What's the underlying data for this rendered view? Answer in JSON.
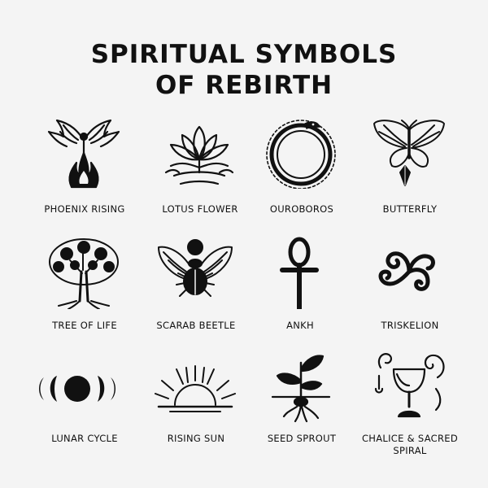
{
  "title": {
    "line1": "SPIRITUAL SYMBOLS",
    "line2": "OF REBIRTH"
  },
  "symbols": [
    {
      "label": "PHOENIX RISING",
      "icon": "phoenix-icon"
    },
    {
      "label": "LOTUS FLOWER",
      "icon": "lotus-icon"
    },
    {
      "label": "OUROBOROS",
      "icon": "ouroboros-icon"
    },
    {
      "label": "BUTTERFLY",
      "icon": "butterfly-icon"
    },
    {
      "label": "TREE OF LIFE",
      "icon": "tree-of-life-icon"
    },
    {
      "label": "SCARAB BEETLE",
      "icon": "scarab-icon"
    },
    {
      "label": "ANKH",
      "icon": "ankh-icon"
    },
    {
      "label": "TRISKELION",
      "icon": "triskelion-icon"
    },
    {
      "label": "LUNAR CYCLE",
      "icon": "lunar-cycle-icon"
    },
    {
      "label": "RISING SUN",
      "icon": "rising-sun-icon"
    },
    {
      "label": "SEED SPROUT",
      "icon": "seed-sprout-icon"
    },
    {
      "label": "CHALICE & SACRED SPIRAL",
      "icon": "chalice-spiral-icon"
    }
  ],
  "colors": {
    "ink": "#111111",
    "background": "#f4f4f4"
  }
}
